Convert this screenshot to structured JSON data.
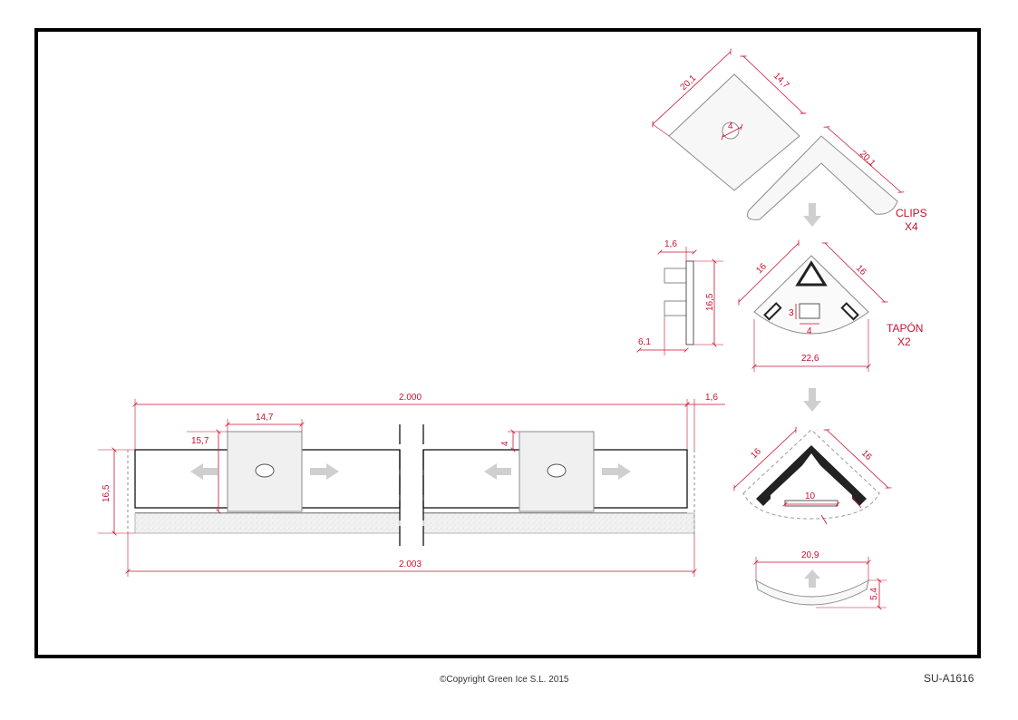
{
  "drawing": {
    "copyright": "©Copyright Green Ice S.L. 2015",
    "code": "SU-A1616"
  },
  "colors": {
    "frame": "#000000",
    "dimension": "#c8102e",
    "part_fill": "#f0f0f0",
    "part_stroke": "#8a8a8a",
    "arrow": "#cccccc"
  },
  "clip": {
    "dim_side": "20,1",
    "dim_width": "14,7",
    "dim_hole": "4",
    "dim_profile": "20,1",
    "label_line1": "CLIPS",
    "label_line2": "X4"
  },
  "cap_side": {
    "dim_thickness": "1,6",
    "dim_height": "16,5",
    "dim_depth": "6,1"
  },
  "cap": {
    "dim_left": "16",
    "dim_right": "16",
    "dim_slot_h": "3",
    "dim_slot_w": "4",
    "dim_width": "22,6",
    "label_line1": "TAPÓN",
    "label_line2": "X2"
  },
  "profile_section": {
    "dim_left": "16",
    "dim_right": "16",
    "dim_base": "10"
  },
  "diffuser": {
    "dim_width": "20,9",
    "dim_height": "5,4"
  },
  "front_view": {
    "dim_length_top": "2.000",
    "dim_end": "1,6",
    "dim_clip_width": "14,7",
    "dim_clip_height": "15,7",
    "dim_clip_offset": "4",
    "dim_height": "16,5",
    "dim_length_bottom": "2.003"
  }
}
